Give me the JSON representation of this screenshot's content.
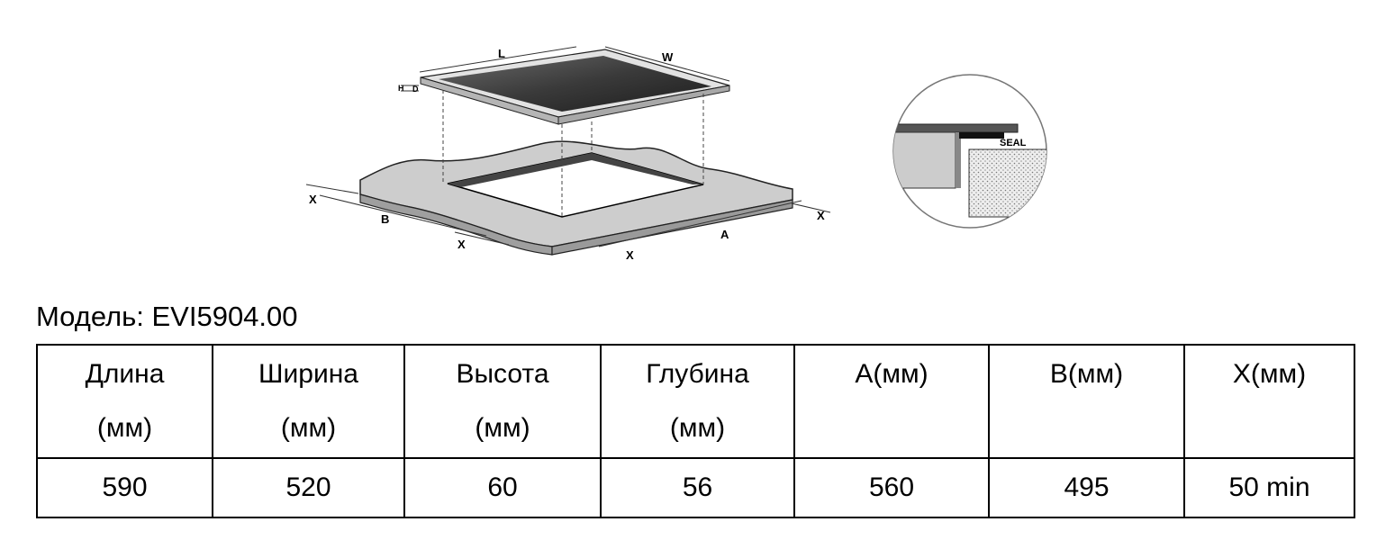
{
  "diagram": {
    "labels": {
      "length": "L",
      "width": "W",
      "height": "H",
      "depth": "D",
      "cutout_a": "A",
      "cutout_b": "B",
      "clearance": "X",
      "seal": "SEAL"
    }
  },
  "model_title": "Модель: EVI5904.00",
  "table": {
    "headers": [
      {
        "line1": "Длина",
        "line2": "(мм)"
      },
      {
        "line1": "Ширина",
        "line2": "(мм)"
      },
      {
        "line1": "Высота",
        "line2": "(мм)"
      },
      {
        "line1": "Глубина",
        "line2": "(мм)"
      },
      {
        "line1": "A(мм)",
        "line2": ""
      },
      {
        "line1": "B(мм)",
        "line2": ""
      },
      {
        "line1": "X(мм)",
        "line2": ""
      }
    ],
    "row": [
      "590",
      "520",
      "60",
      "56",
      "560",
      "495",
      "50 min"
    ]
  }
}
